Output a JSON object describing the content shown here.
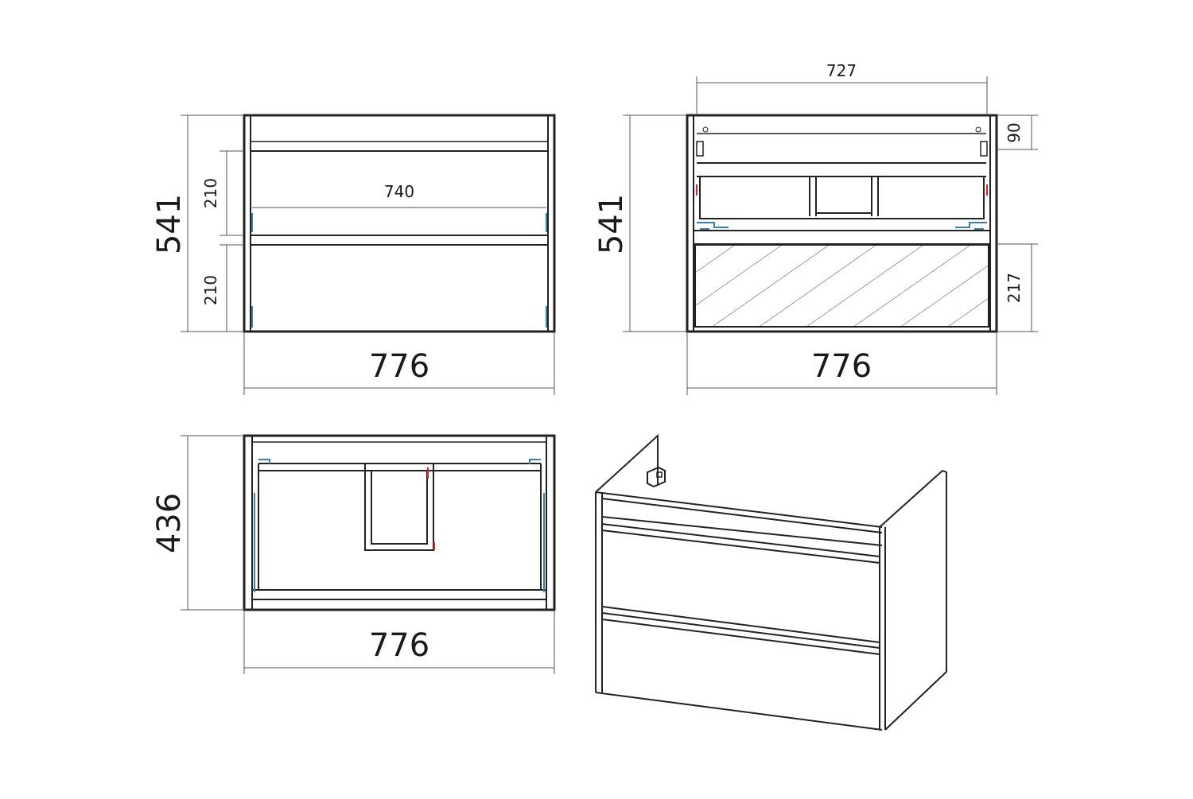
{
  "views": {
    "front": {
      "height": "541",
      "upper_drawer": "210",
      "lower_drawer": "210",
      "inner_width": "740",
      "width": "776"
    },
    "section": {
      "height": "541",
      "inner_width": "727",
      "top_gap": "90",
      "drawer_height": "217",
      "width": "776"
    },
    "top": {
      "depth": "436",
      "width": "776"
    }
  },
  "colors": {
    "line": "#222222",
    "fitting_blue": "#3a7fa8",
    "fitting_red": "#dd2222"
  }
}
